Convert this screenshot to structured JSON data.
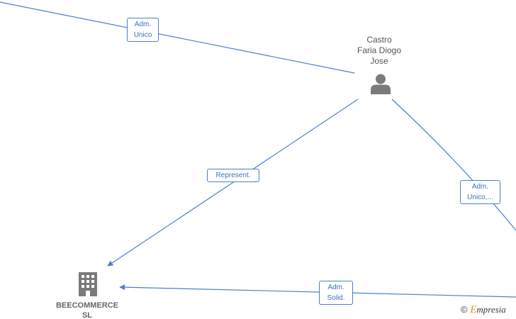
{
  "nodes": {
    "person": {
      "name_lines": [
        "Castro",
        "Faria Diogo",
        "Jose"
      ],
      "icon": "person-icon",
      "icon_color": "#7a7a7a"
    },
    "company": {
      "name_lines": [
        "BEECOMMERCE",
        "SL"
      ],
      "icon": "building-icon",
      "icon_color": "#7a7a7a"
    }
  },
  "edges": [
    {
      "id": "top-left",
      "label_lines": [
        "Adm.",
        "Unico"
      ]
    },
    {
      "id": "person-to-company",
      "label_lines": [
        "Represent."
      ]
    },
    {
      "id": "person-to-right",
      "label_lines": [
        "Adm.",
        "Unico,..."
      ]
    },
    {
      "id": "right-to-company",
      "label_lines": [
        "Adm.",
        "Solid."
      ]
    }
  ],
  "colors": {
    "edge": "#4a7fd0",
    "label_text": "#3b6fc4",
    "brand_accent": "#e8911d"
  },
  "brand": {
    "copyright": "©",
    "e_letter": "E",
    "rest": "mpresia"
  }
}
